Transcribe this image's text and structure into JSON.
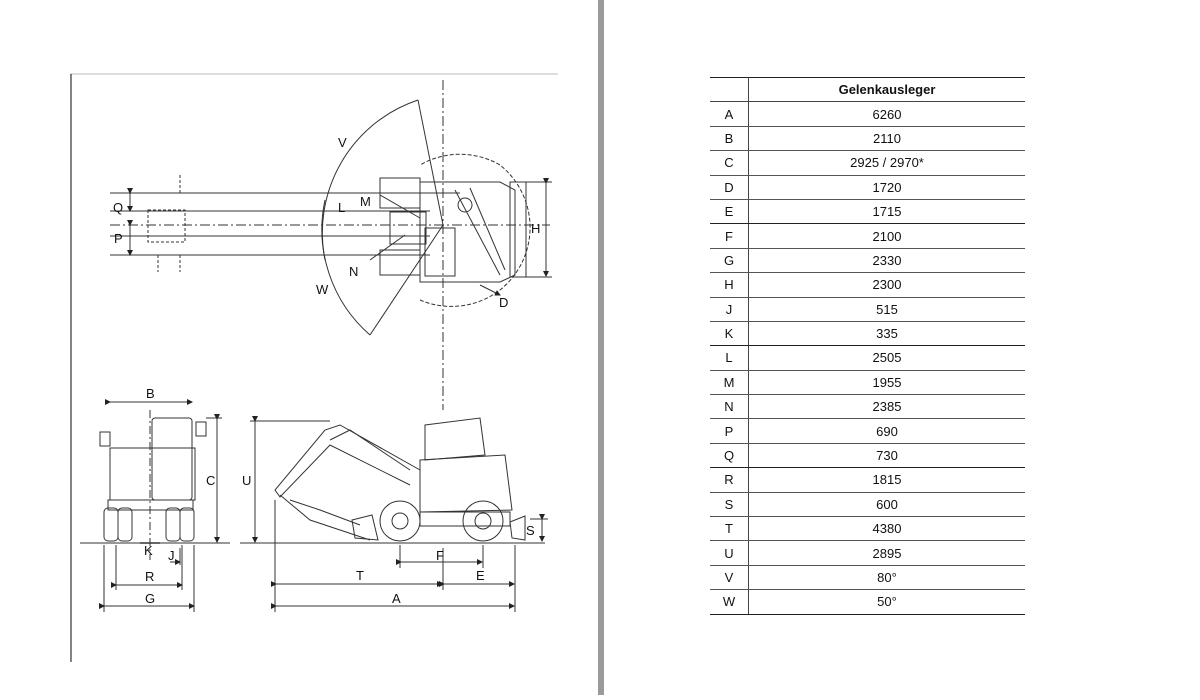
{
  "diagram_labels": {
    "A": "A",
    "B": "B",
    "C": "C",
    "D": "D",
    "E": "E",
    "F": "F",
    "G": "G",
    "H": "H",
    "J": "J",
    "K": "K",
    "L": "L",
    "M": "M",
    "N": "N",
    "P": "P",
    "Q": "Q",
    "R": "R",
    "S": "S",
    "T": "T",
    "U": "U",
    "V": "V",
    "W": "W"
  },
  "table": {
    "header": "Gelenkausleger",
    "rows": [
      {
        "key": "A",
        "value": "6260"
      },
      {
        "key": "B",
        "value": "2110"
      },
      {
        "key": "C",
        "value": "2925 / 2970*"
      },
      {
        "key": "D",
        "value": "1720"
      },
      {
        "key": "E",
        "value": "1715"
      },
      {
        "key": "F",
        "value": "2100"
      },
      {
        "key": "G",
        "value": "2330"
      },
      {
        "key": "H",
        "value": "2300"
      },
      {
        "key": "J",
        "value": "515"
      },
      {
        "key": "K",
        "value": "335"
      },
      {
        "key": "L",
        "value": "2505"
      },
      {
        "key": "M",
        "value": "1955"
      },
      {
        "key": "N",
        "value": "2385"
      },
      {
        "key": "P",
        "value": "690"
      },
      {
        "key": "Q",
        "value": "730"
      },
      {
        "key": "R",
        "value": "1815"
      },
      {
        "key": "S",
        "value": "600"
      },
      {
        "key": "T",
        "value": "4380"
      },
      {
        "key": "U",
        "value": "2895"
      },
      {
        "key": "V",
        "value": "80°"
      },
      {
        "key": "W",
        "value": "50°"
      }
    ]
  }
}
